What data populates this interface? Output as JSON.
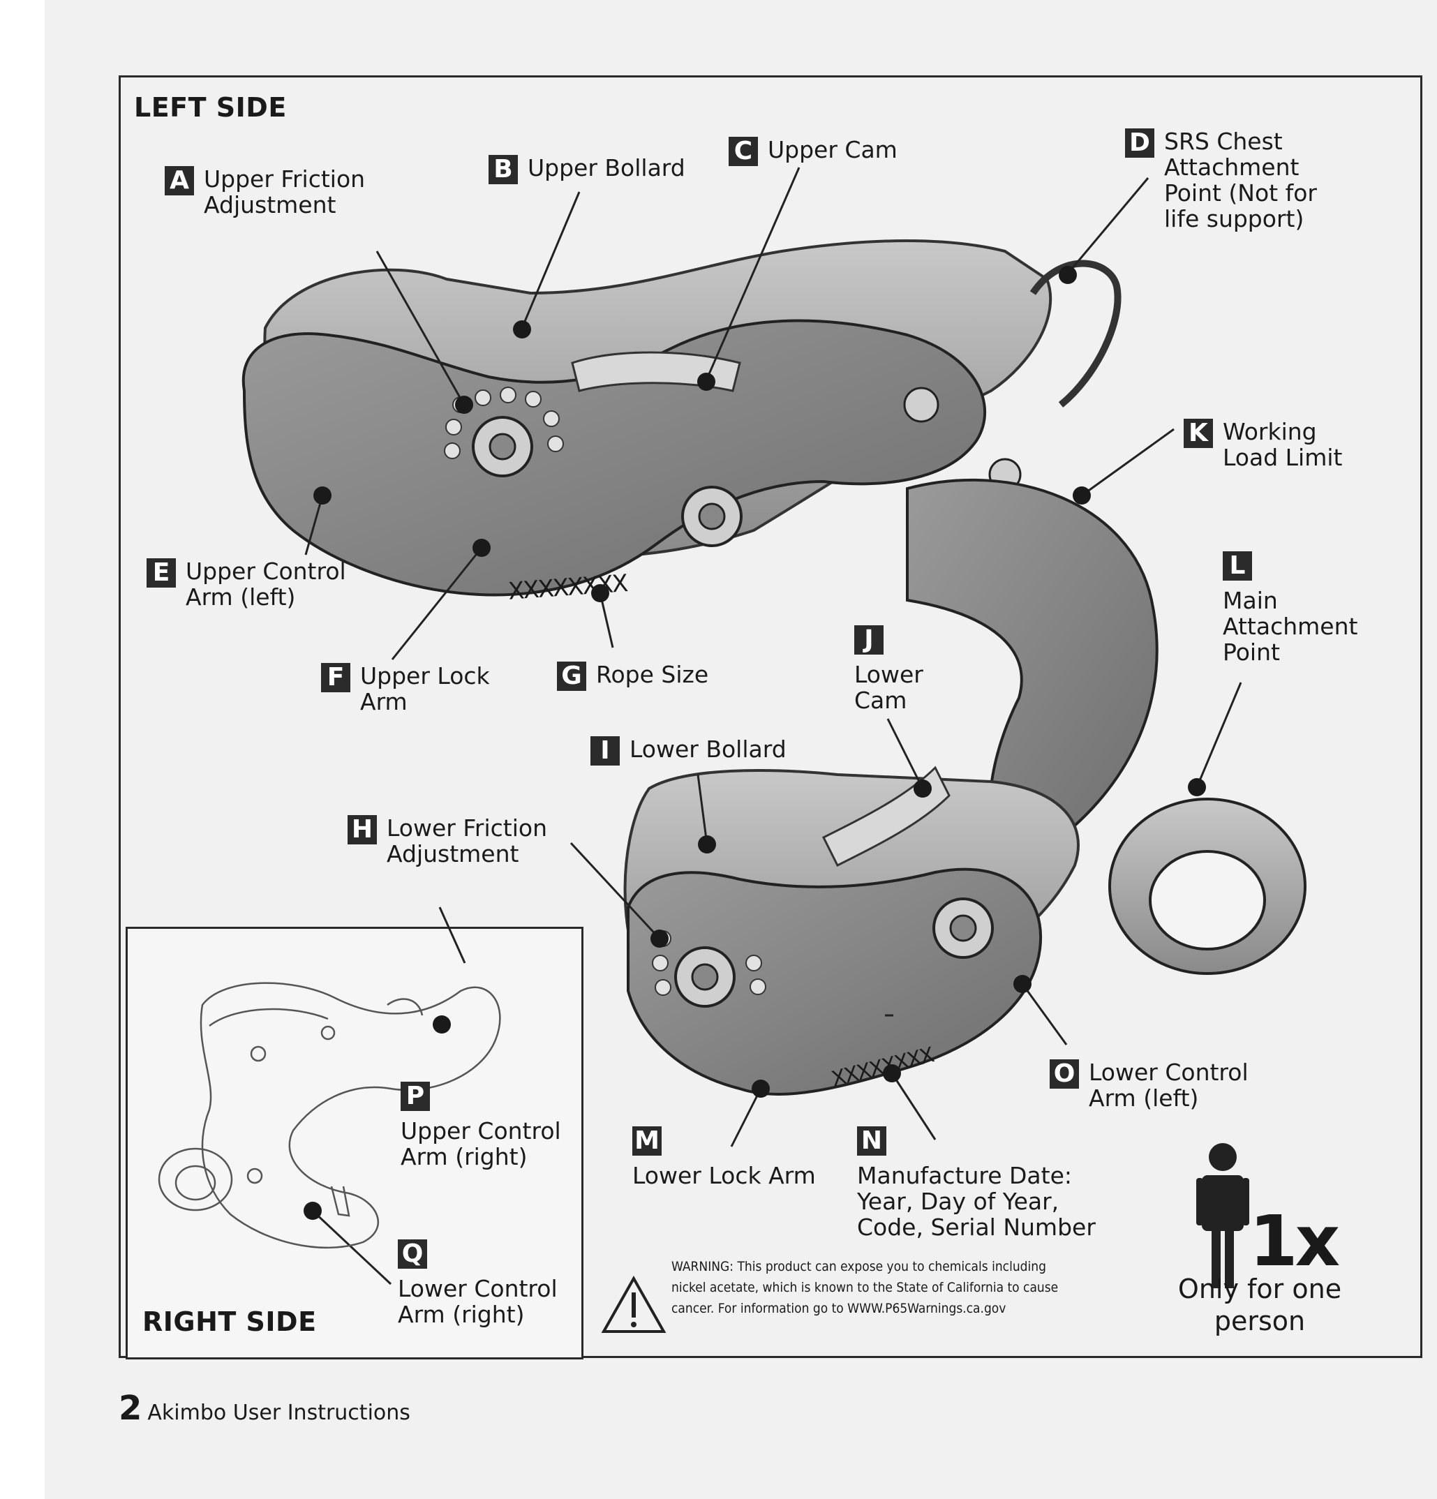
{
  "left_side_title": "LEFT SIDE",
  "right_side_title": "RIGHT SIDE",
  "callouts": {
    "A": {
      "letter": "A",
      "label": "Upper Friction\nAdjustment"
    },
    "B": {
      "letter": "B",
      "label": "Upper Bollard"
    },
    "C": {
      "letter": "C",
      "label": "Upper Cam"
    },
    "D": {
      "letter": "D",
      "label": "SRS Chest\nAttachment\nPoint (Not for\nlife support)"
    },
    "E": {
      "letter": "E",
      "label": "Upper Control\nArm (left)"
    },
    "F": {
      "letter": "F",
      "label": "Upper Lock\nArm"
    },
    "G": {
      "letter": "G",
      "label": "Rope Size"
    },
    "H": {
      "letter": "H",
      "label": "Lower Friction\nAdjustment"
    },
    "I": {
      "letter": "I",
      "label": "Lower Bollard"
    },
    "J": {
      "letter": "J",
      "label": "Lower\nCam"
    },
    "K": {
      "letter": "K",
      "label": "Working\nLoad Limit"
    },
    "L": {
      "letter": "L",
      "label": "Main\nAttachment\nPoint"
    },
    "M": {
      "letter": "M",
      "label": "Lower Lock Arm"
    },
    "N": {
      "letter": "N",
      "label": "Manufacture Date:\nYear, Day of Year,\nCode, Serial Number"
    },
    "O": {
      "letter": "O",
      "label": "Lower Control\nArm (left)"
    },
    "P": {
      "letter": "P",
      "label": "Upper Control\nArm (right)"
    },
    "Q": {
      "letter": "Q",
      "label": "Lower Control\nArm (right)"
    }
  },
  "engraving_upper": "XXXXXXXX",
  "engraving_lower": "XXXXXXXX",
  "warning": {
    "icon": "warning-triangle-icon",
    "text": "WARNING: This product can expose you to chemicals including nickel acetate, which is known to the State of California to cause cancer. For information go to WWW.P65Warnings.ca.gov"
  },
  "single_user": {
    "icon": "person-icon",
    "multiplier": "1x",
    "caption": "Only for one\nperson"
  },
  "footer": {
    "page_number": "2",
    "title": "Akimbo User Instructions"
  }
}
